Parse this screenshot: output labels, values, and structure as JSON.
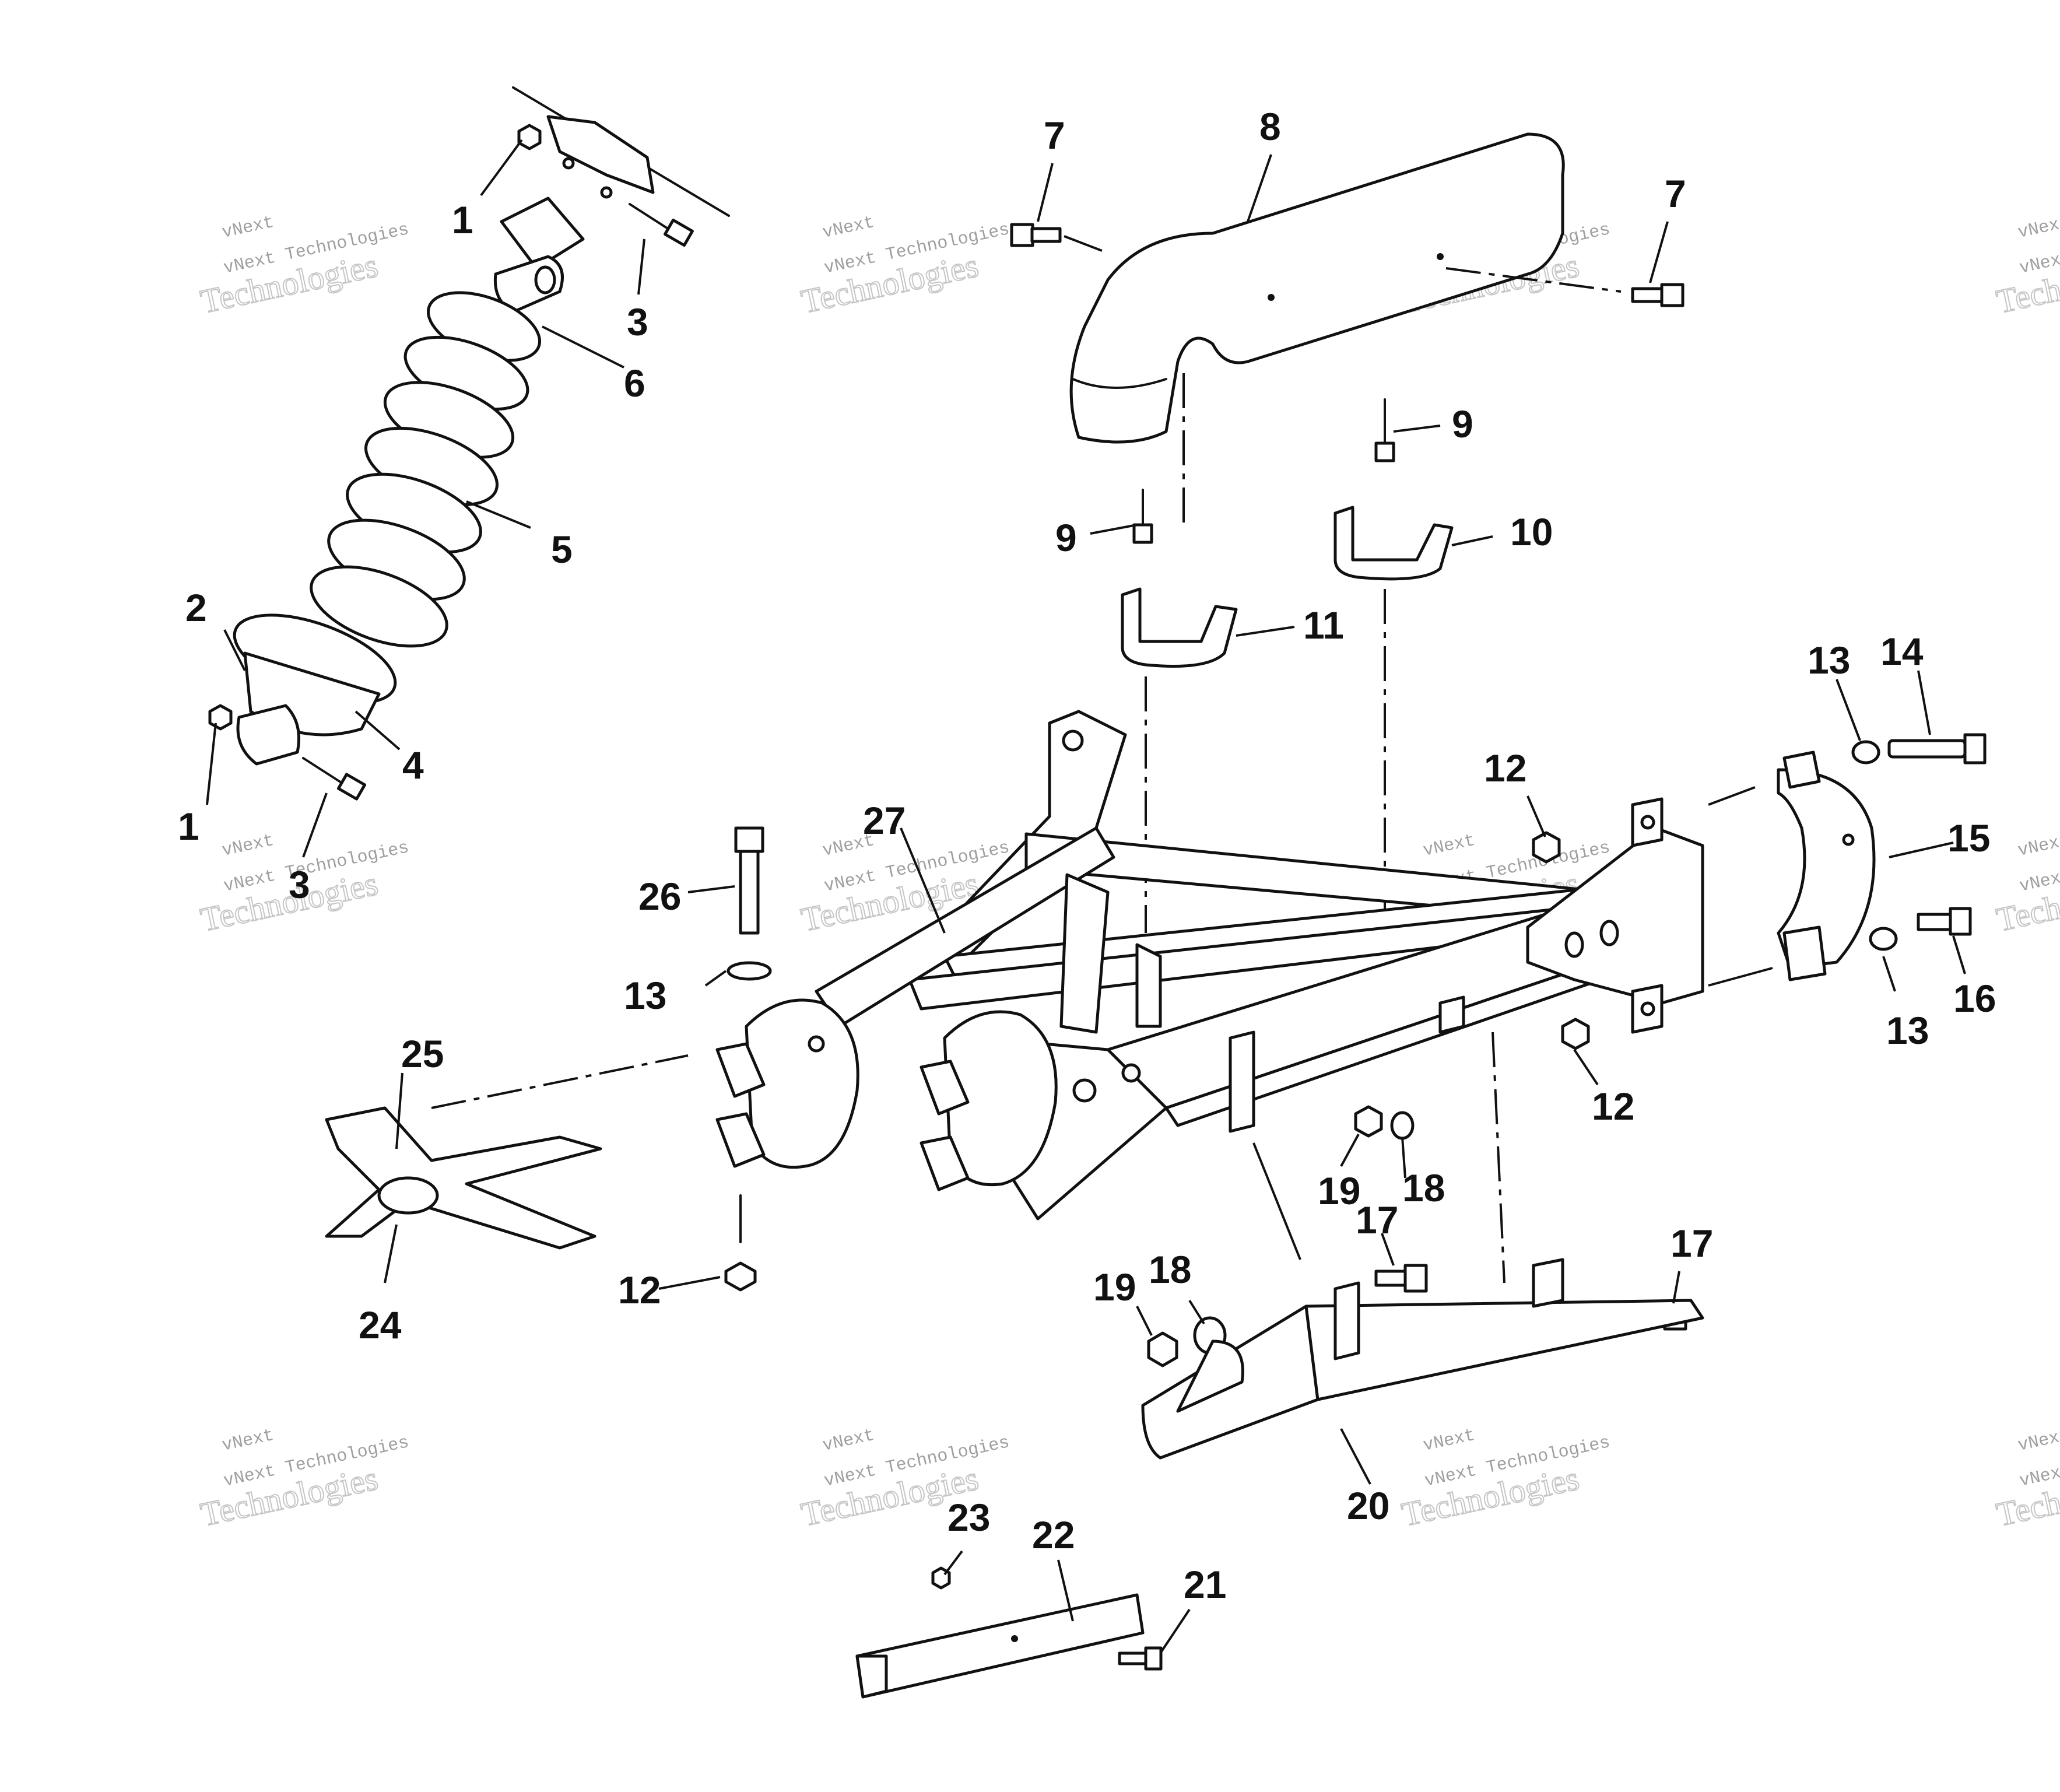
{
  "callouts": {
    "c1a": "1",
    "c1b": "1",
    "c2": "2",
    "c3a": "3",
    "c3b": "3",
    "c4": "4",
    "c5": "5",
    "c6": "6",
    "c7a": "7",
    "c7b": "7",
    "c8": "8",
    "c9a": "9",
    "c9b": "9",
    "c10": "10",
    "c11": "11",
    "c12a": "12",
    "c12b": "12",
    "c12c": "12",
    "c13a": "13",
    "c13b": "13",
    "c13c": "13",
    "c14": "14",
    "c15": "15",
    "c16": "16",
    "c17a": "17",
    "c17b": "17",
    "c18a": "18",
    "c18b": "18",
    "c19a": "19",
    "c19b": "19",
    "c20": "20",
    "c21": "21",
    "c22": "22",
    "c23": "23",
    "c24": "24",
    "c25": "25",
    "c26": "26",
    "c27": "27"
  },
  "watermark": {
    "line1": "vNext",
    "line2": "vNext Technologies",
    "line3": "Technologies"
  }
}
